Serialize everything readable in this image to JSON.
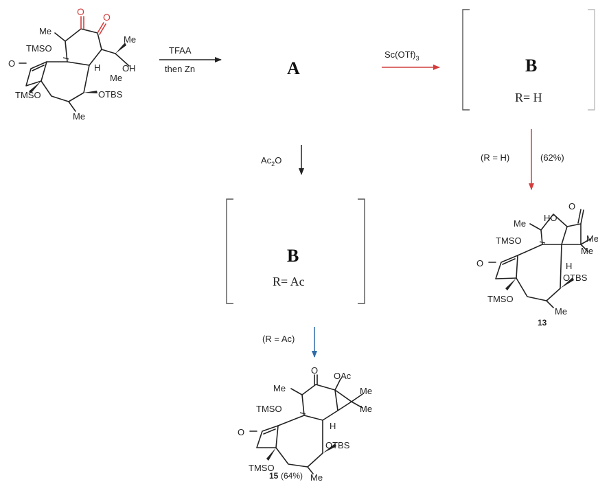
{
  "labels": {
    "me": "Me",
    "tmso": "TMSO",
    "oh": "OH",
    "otbs": "OTBS",
    "h": "H",
    "o": "O",
    "ho": "HO",
    "oac": "OAc"
  },
  "reagents": {
    "step1_top": "TFAA",
    "step1_bottom": "then Zn",
    "step2_main": "Sc(OTf)",
    "step2_sub": "3",
    "ac2o_main": "Ac",
    "ac2o_sub": "2",
    "ac2o_tail": "O"
  },
  "intermediates": {
    "a": "A",
    "b_top": "B",
    "b_top_r": "R= H",
    "b_bottom": "B",
    "b_bottom_r": "R= Ac"
  },
  "conditions": {
    "right_r": "(R = H)",
    "right_yield": "(62%)",
    "bottom_r": "(R = Ac)"
  },
  "compounds": {
    "c13": "13",
    "c15": "15",
    "c15_yield": "(64%)"
  },
  "colors": {
    "red": "#d43d3d",
    "blue": "#2f6ba8",
    "black": "#222222"
  }
}
